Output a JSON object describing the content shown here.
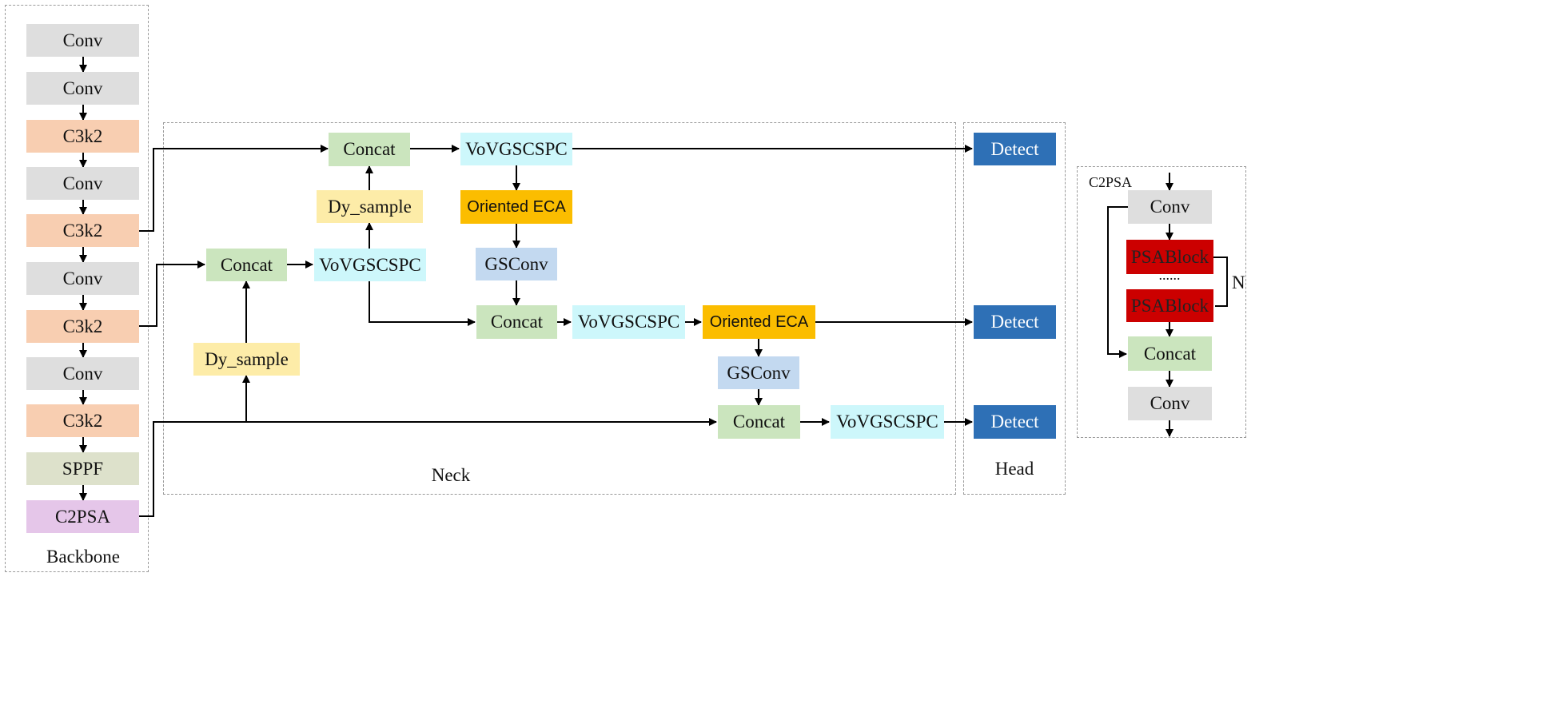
{
  "groups": {
    "backbone": "Backbone",
    "neck": "Neck",
    "head": "Head",
    "c2psa_detail": "C2PSA"
  },
  "backbone": {
    "conv_1": "Conv",
    "conv_2": "Conv",
    "c3k2_1": "C3k2",
    "conv_3": "Conv",
    "c3k2_2": "C3k2",
    "conv_4": "Conv",
    "c3k2_3": "C3k2",
    "conv_5": "Conv",
    "c3k2_4": "C3k2",
    "sppf": "SPPF",
    "c2psa": "C2PSA"
  },
  "neck": {
    "concat_top": "Concat",
    "vov_top": "VoVGSCSPC",
    "dysample_upper": "Dy_sample",
    "eca_top": "Oriented ECA",
    "concat_mid_left": "Concat",
    "vov_mid_left": "VoVGSCSPC",
    "gsconv_1": "GSConv",
    "dysample_lower": "Dy_sample",
    "concat_mid": "Concat",
    "vov_mid": "VoVGSCSPC",
    "eca_mid": "Oriented ECA",
    "gsconv_2": "GSConv",
    "concat_bottom": "Concat",
    "vov_bottom": "VoVGSCSPC"
  },
  "head": {
    "detect_1": "Detect",
    "detect_2": "Detect",
    "detect_3": "Detect"
  },
  "c2psa_detail": {
    "conv_in": "Conv",
    "psablock_1": "PSABlock",
    "dots": "......",
    "psablock_2": "PSABlock",
    "repeat": "N",
    "concat": "Concat",
    "conv_out": "Conv"
  },
  "colors": {
    "conv": "#dedede",
    "c3k2": "#f8ceb1",
    "sppf": "#dde1cb",
    "c2psa": "#e5c6e9",
    "concat": "#cbe5be",
    "vovgscspc": "#cdf7fb",
    "dy_sample": "#fdeca8",
    "oriented_eca": "#fbbd00",
    "gsconv": "#c3d9f0",
    "detect": "#2e70b6",
    "psablock": "#cc0000"
  }
}
